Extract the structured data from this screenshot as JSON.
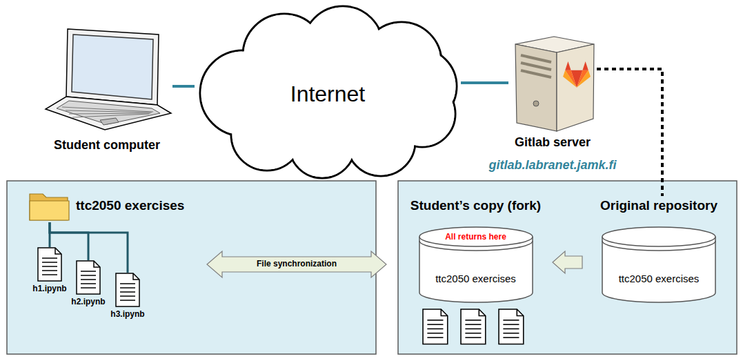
{
  "diagram": {
    "nodes": [
      {
        "text": [
          "Student computer"
        ]
      },
      {
        "text": [
          "Internet"
        ]
      },
      {
        "text": [
          "Gitlab server",
          "gitlab.labranet.jamk.fi"
        ]
      },
      {
        "text": [
          "ttc2050 exercises"
        ]
      },
      {
        "text": [
          "h1.ipynb"
        ]
      },
      {
        "text": [
          "h2.ipynb"
        ]
      },
      {
        "text": [
          "h3.ipynb"
        ]
      },
      {
        "text": [
          "Student’s copy (fork)",
          "All returns here",
          "ttc2050 exercises"
        ]
      },
      {
        "text": [
          "Original repository",
          "ttc2050 exercises"
        ]
      }
    ],
    "edges": [
      {
        "from": 0,
        "to": 1,
        "arrow": "none"
      },
      {
        "from": 1,
        "to": 2,
        "arrow": "none"
      },
      {
        "from": 2,
        "to": 8,
        "arrow": "none"
      },
      {
        "from": 3,
        "to": 4,
        "arrow": "none"
      },
      {
        "from": 3,
        "to": 5,
        "arrow": "none"
      },
      {
        "from": 3,
        "to": 6,
        "arrow": "none"
      },
      {
        "from": 8,
        "to": 7,
        "arrow": "to"
      },
      {
        "from": 3,
        "to": 7,
        "label": "File synchronization",
        "arrow": "both"
      }
    ]
  }
}
